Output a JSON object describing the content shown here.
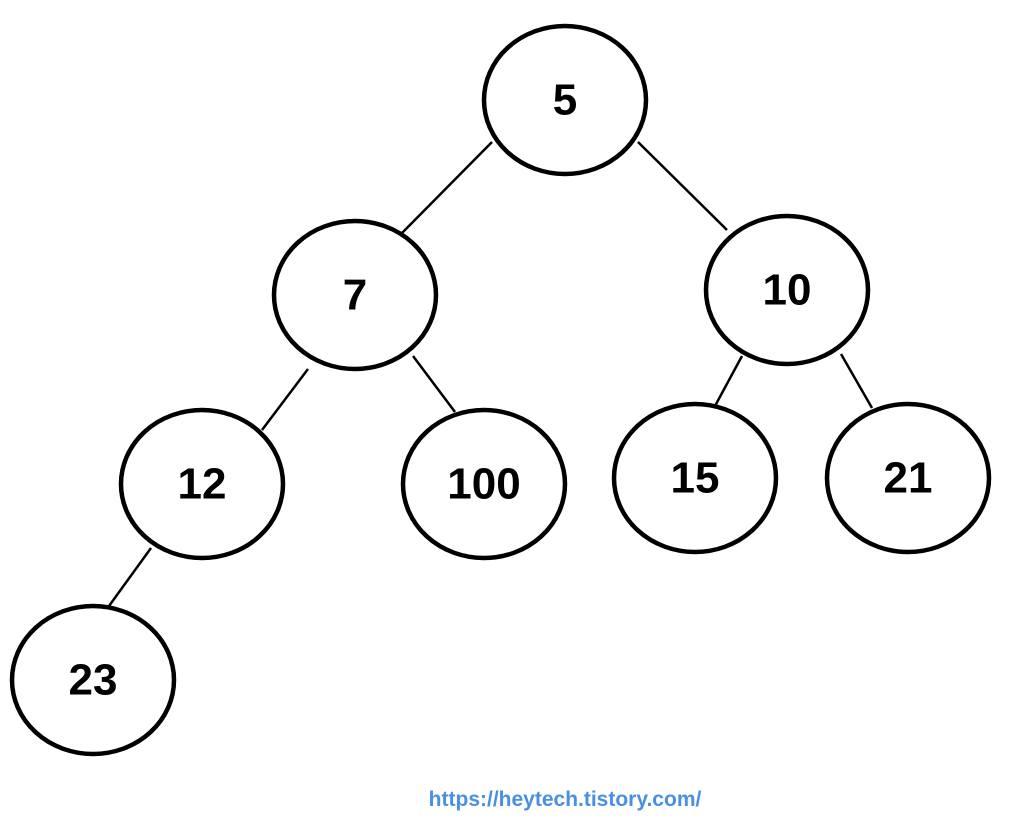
{
  "tree": {
    "nodes": [
      {
        "id": "n5",
        "label": "5"
      },
      {
        "id": "n7",
        "label": "7"
      },
      {
        "id": "n10",
        "label": "10"
      },
      {
        "id": "n12",
        "label": "12"
      },
      {
        "id": "n100",
        "label": "100"
      },
      {
        "id": "n15",
        "label": "15"
      },
      {
        "id": "n21",
        "label": "21"
      },
      {
        "id": "n23",
        "label": "23"
      }
    ],
    "edges": [
      {
        "from": "n5",
        "to": "n7"
      },
      {
        "from": "n5",
        "to": "n10"
      },
      {
        "from": "n7",
        "to": "n12"
      },
      {
        "from": "n7",
        "to": "n100"
      },
      {
        "from": "n10",
        "to": "n15"
      },
      {
        "from": "n10",
        "to": "n21"
      },
      {
        "from": "n12",
        "to": "n23"
      }
    ]
  },
  "watermark": {
    "text": "https://heytech.tistory.com/",
    "color": "#4a90e2"
  }
}
